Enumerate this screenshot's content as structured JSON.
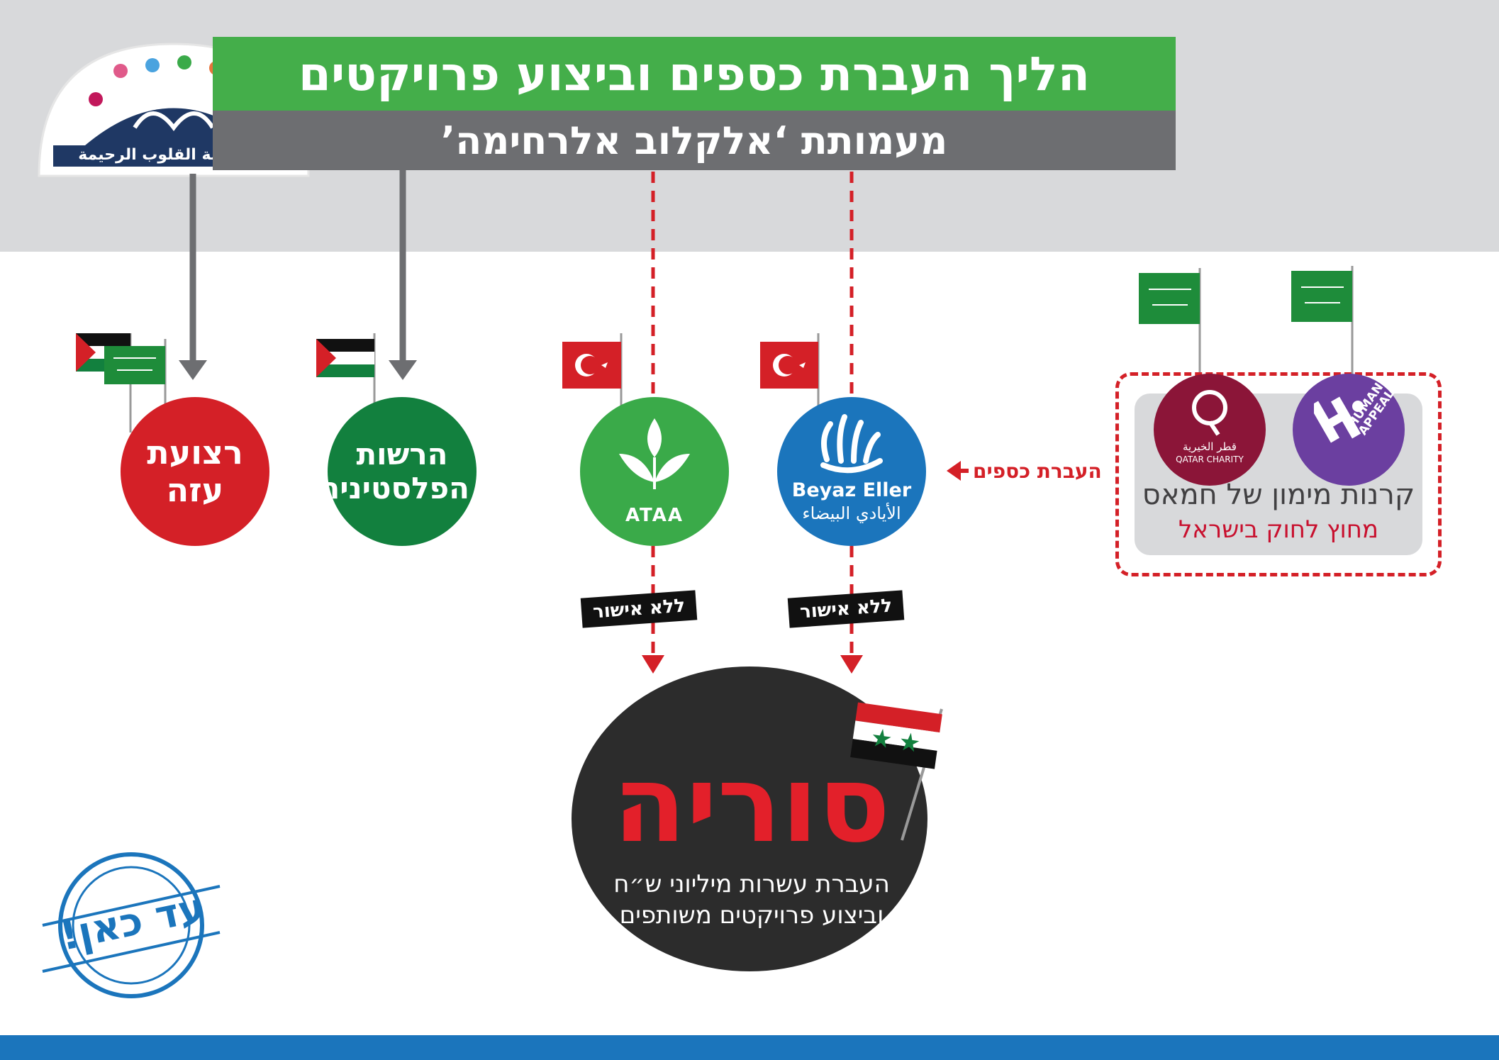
{
  "title": "הליך העברת כספים וביצוע פרויקטים",
  "subtitle": "מעמותת ‘אלקלוב אלרחימה’",
  "logo": {
    "arabic_text": "جمعية القلوب الرحيمة"
  },
  "nodes": {
    "gaza": "רצועת עזה",
    "pa": "הרשות הפלסטינית",
    "ataa": "ATAA",
    "beyaz_en": "Beyaz Eller",
    "beyaz_ar": "الأيادي البيضاء",
    "qatar_ar": "قطر الخيرية",
    "qatar_en": "QATAR CHARITY",
    "human": "HUMAN APPEAL"
  },
  "funds": {
    "title": "קרנות מימון של חמאס",
    "subtitle": "מחוץ לחוק בישראל"
  },
  "transfer_label": "העברת כספים",
  "badge_label": "ללא אישור",
  "syria": {
    "title": "סוריה",
    "line1": "העברת עשרות מיליוני ש״ח",
    "line2": "וביצוע פרויקטים משותפים"
  },
  "stamp": "עד כאן!",
  "colors": {
    "green_bar": "#44ae4a",
    "gray_bar": "#6d6e71",
    "red": "#d42027",
    "blue": "#1b75bc"
  }
}
